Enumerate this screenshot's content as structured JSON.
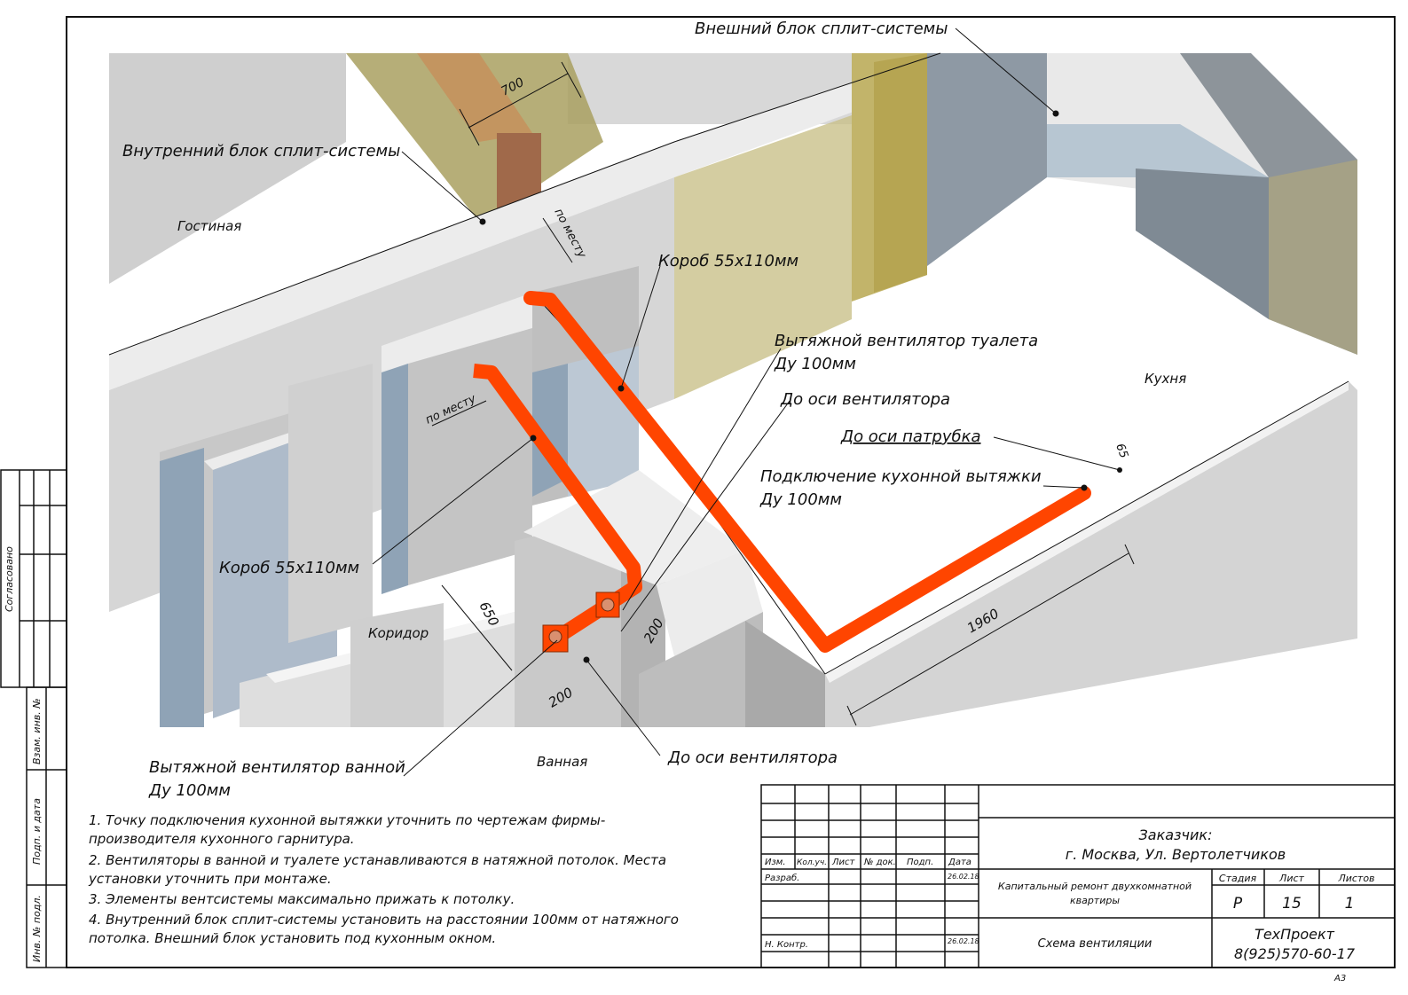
{
  "labels": {
    "outdoor_unit": "Внешний блок сплит-системы",
    "indoor_unit": "Внутренний блок сплит-системы",
    "living_room": "Гостиная",
    "kitchen": "Кухня",
    "corridor": "Коридор",
    "bathroom": "Ванная",
    "duct_top": "Короб 55х110мм",
    "duct_left": "Короб 55х110мм",
    "toilet_fan_1": "Вытяжной вентилятор туалета",
    "toilet_fan_2": "Ду 100мм",
    "to_fan_axis_top": "До оси вентилятора",
    "to_pipe_axis": "До оси патрубка",
    "hood_1": "Подключение кухонной вытяжки",
    "hood_2": "Ду 100мм",
    "bath_fan_1": "Вытяжной вентилятор ванной",
    "bath_fan_2": "Ду 100мм",
    "to_fan_axis_bottom": "До оси вентилятора",
    "in_place_1": "по месту",
    "in_place_2": "по месту"
  },
  "dimensions": {
    "d700": "700",
    "d65": "65",
    "d1960": "1960",
    "d650": "650",
    "d200a": "200",
    "d200b": "200"
  },
  "notes": [
    "1. Точку подключения кухонной вытяжки уточнить по чертежам фирмы-",
    "производителя кухонного гарнитура.",
    "2. Вентиляторы в ванной и туалете устанавливаются в натяжной потолок. Места",
    "установки уточнить при монтаже.",
    "3. Элементы вентсистемы максимально прижать к потолку.",
    "4. Внутренний блок сплит-системы установить на расстоянии 100мм от натяжного",
    "потолка. Внешний блок установить под кухонным окном."
  ],
  "side_stamp": {
    "agreed": "Согласовано",
    "inv_repl": "Взам. инв. №",
    "sign_date": "Подп. и дата",
    "inv_orig": "Инв. № подл."
  },
  "title_block": {
    "col_headers": [
      "Изм.",
      "Кол.уч.",
      "Лист",
      "№ док.",
      "Подп.",
      "Дата"
    ],
    "developed": "Разраб.",
    "developed_date": "26.02.18",
    "norm_control": "Н. Контр.",
    "norm_date": "26.02.18",
    "customer_1": "Заказчик:",
    "customer_2": "г. Москва, Ул. Вертолетчиков",
    "project_1": "Капитальный ремонт двухкомнатной",
    "project_2": "квартиры",
    "stage_h": "Стадия",
    "sheet_h": "Лист",
    "sheets_h": "Листов",
    "stage": "Р",
    "sheet": "15",
    "sheets": "1",
    "drawing": "Схема вентиляции",
    "company_1": "ТехПроект",
    "company_2": "8(925)570-60-17",
    "format": "А3"
  },
  "colors": {
    "duct": "#ff4500",
    "wall_light": "#e6e6e6",
    "wall_mid": "#c8c8c8",
    "wall_dark": "#9aa0a6",
    "wall_blue": "#8fa3b6",
    "wood": "#a9a060",
    "floor": "#ffffff"
  }
}
